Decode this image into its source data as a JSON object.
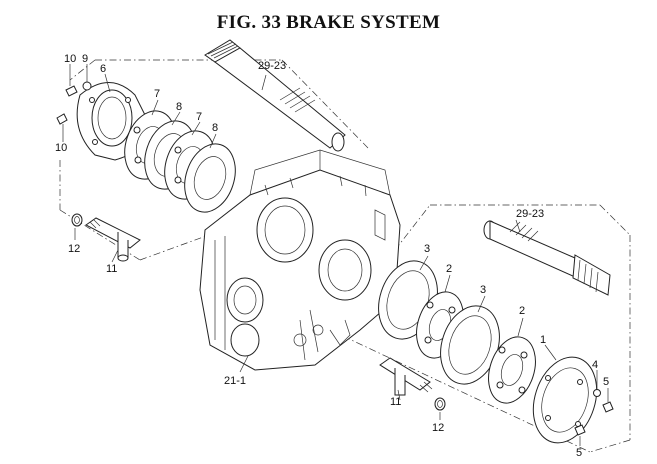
{
  "title": "FIG. 33  BRAKE SYSTEM",
  "callouts": {
    "c10a": "10",
    "c9": "9",
    "c6": "6",
    "c29a": "29-23",
    "c7a": "7",
    "c8a": "8",
    "c7b": "7",
    "c8b": "8",
    "c10b": "10",
    "c12a": "12",
    "c11a": "11",
    "c29b": "29-23",
    "c3a": "3",
    "c2a": "2",
    "c3b": "3",
    "c2b": "2",
    "c1": "1",
    "c4": "4",
    "c5a": "5",
    "c5b": "5",
    "c21": "21-1",
    "c11b": "11",
    "c12b": "12"
  }
}
